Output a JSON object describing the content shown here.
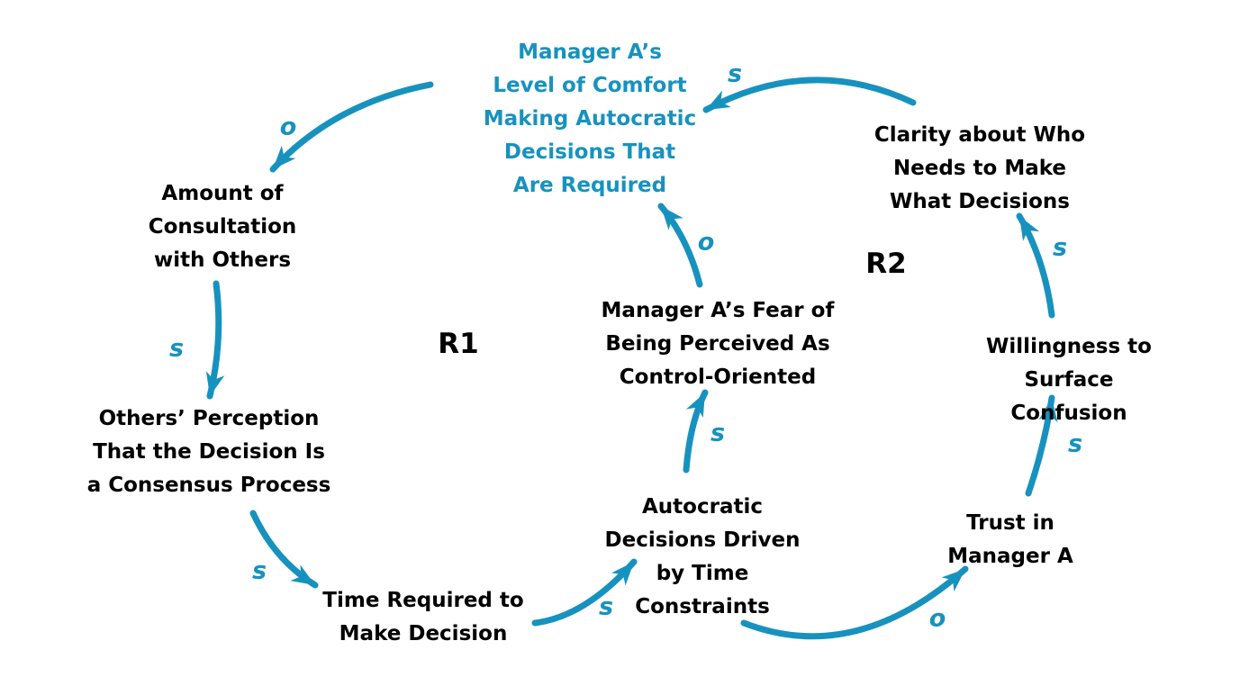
{
  "diagram": {
    "background": "#FFFFFF",
    "colors": {
      "accent": "#1792BF",
      "text": "#000000"
    },
    "loops": [
      {
        "id": "R1",
        "label": "R1"
      },
      {
        "id": "R2",
        "label": "R2"
      }
    ],
    "nodes": [
      {
        "id": "comfort",
        "label": "Manager A’s\nLevel of Comfort\nMaking Autocratic\nDecisions That\nAre Required",
        "emphasis": "accent"
      },
      {
        "id": "clarity",
        "label": "Clarity about Who\nNeeds to Make\nWhat Decisions",
        "emphasis": "none"
      },
      {
        "id": "consultation",
        "label": "Amount of\nConsultation\nwith Others",
        "emphasis": "none"
      },
      {
        "id": "fear",
        "label": "Manager A’s Fear of\nBeing Perceived As\nControl-Oriented",
        "emphasis": "none"
      },
      {
        "id": "willingness",
        "label": "Willingness to\nSurface Confusion",
        "emphasis": "none"
      },
      {
        "id": "perception",
        "label": "Others’ Perception\nThat the Decision Is\na Consensus Process",
        "emphasis": "none"
      },
      {
        "id": "autocratic",
        "label": "Autocratic\nDecisions Driven\nby Time\nConstraints",
        "emphasis": "none"
      },
      {
        "id": "trust",
        "label": "Trust in\nManager A",
        "emphasis": "none"
      },
      {
        "id": "time",
        "label": "Time Required to\nMake Decision",
        "emphasis": "none"
      }
    ],
    "links": [
      {
        "from": "comfort",
        "to": "consultation",
        "polarity": "o"
      },
      {
        "from": "consultation",
        "to": "perception",
        "polarity": "s"
      },
      {
        "from": "perception",
        "to": "time",
        "polarity": "s"
      },
      {
        "from": "time",
        "to": "autocratic",
        "polarity": "s"
      },
      {
        "from": "autocratic",
        "to": "fear",
        "polarity": "s"
      },
      {
        "from": "fear",
        "to": "comfort",
        "polarity": "o"
      },
      {
        "from": "autocratic",
        "to": "trust",
        "polarity": "o"
      },
      {
        "from": "trust",
        "to": "willingness",
        "polarity": "s"
      },
      {
        "from": "willingness",
        "to": "clarity",
        "polarity": "s"
      },
      {
        "from": "clarity",
        "to": "comfort",
        "polarity": "s"
      }
    ]
  }
}
